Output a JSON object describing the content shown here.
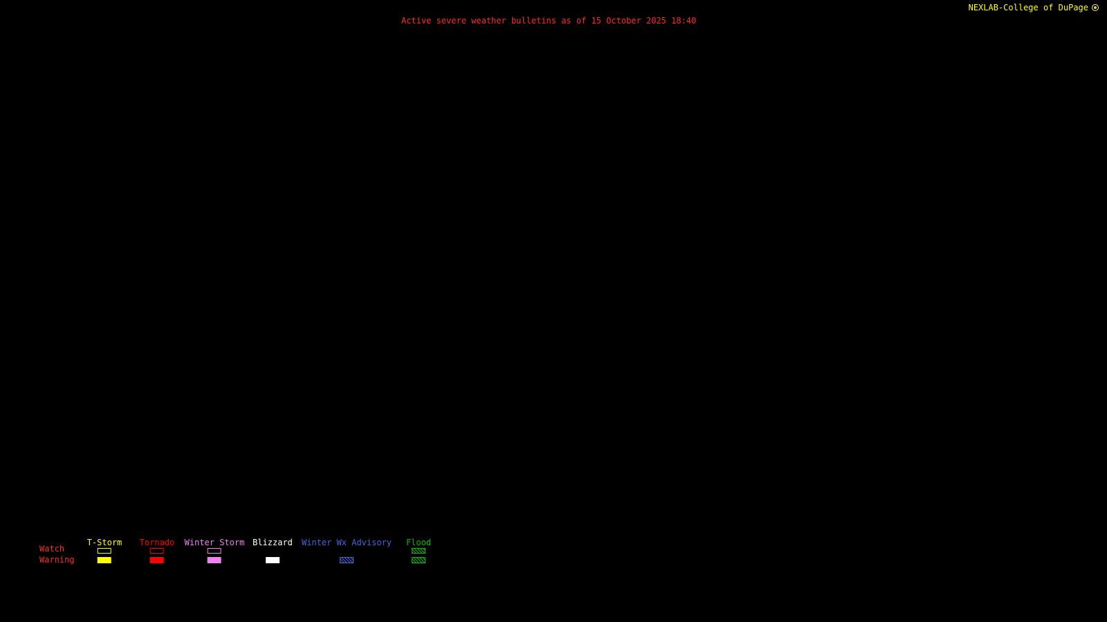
{
  "header": {
    "brand": "NEXLAB-College of DuPage",
    "title": "Active severe weather bulletins as of 15 October 2025 18:40"
  },
  "colors": {
    "background": "#000000",
    "title_text": "#ff2a2a",
    "brand_text": "#ffff00",
    "row_label_text": "#ff2a2a"
  },
  "legend": {
    "watch_label": "Watch",
    "warning_label": "Warning",
    "columns": [
      {
        "label": "T-Storm",
        "color": "#ffff00",
        "watch": "outline",
        "warning": "filled"
      },
      {
        "label": "Tornado",
        "color": "#ff0000",
        "watch": "outline",
        "warning": "filled"
      },
      {
        "label": "Winter Storm",
        "color": "#ee82ee",
        "watch": "outline",
        "warning": "filled"
      },
      {
        "label": "Blizzard",
        "color": "#ffffff",
        "watch": "none",
        "warning": "filled"
      },
      {
        "label": "Winter Wx Advisory",
        "color": "#4169e1",
        "watch": "none",
        "warning": "hatched"
      },
      {
        "label": "Flood",
        "color": "#00c000",
        "watch": "hatched",
        "warning": "hatched"
      }
    ]
  }
}
